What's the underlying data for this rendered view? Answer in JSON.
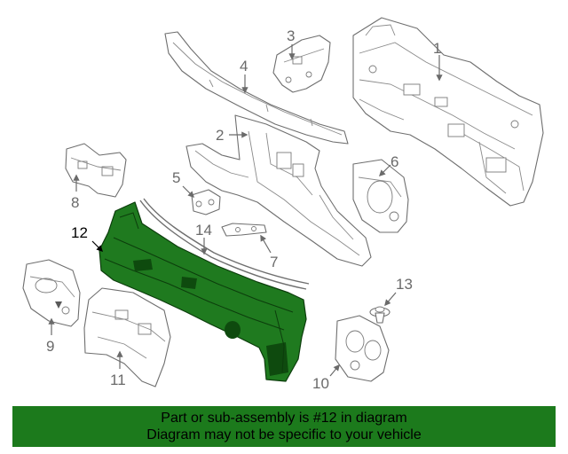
{
  "callouts": {
    "c1": "1",
    "c2": "2",
    "c3": "3",
    "c4": "4",
    "c5": "5",
    "c6": "6",
    "c7": "7",
    "c8": "8",
    "c9": "9",
    "c10": "10",
    "c11": "11",
    "c12": "12",
    "c13": "13",
    "c14": "14"
  },
  "highlighted_part": "12",
  "colors": {
    "highlight": "#1f7a1f",
    "banner": "#1c7a1c",
    "outline": "#6f6f6f"
  },
  "banner": {
    "line1": "Part or sub-assembly is #12 in diagram",
    "line2": "Diagram may not be specific to your vehicle"
  }
}
